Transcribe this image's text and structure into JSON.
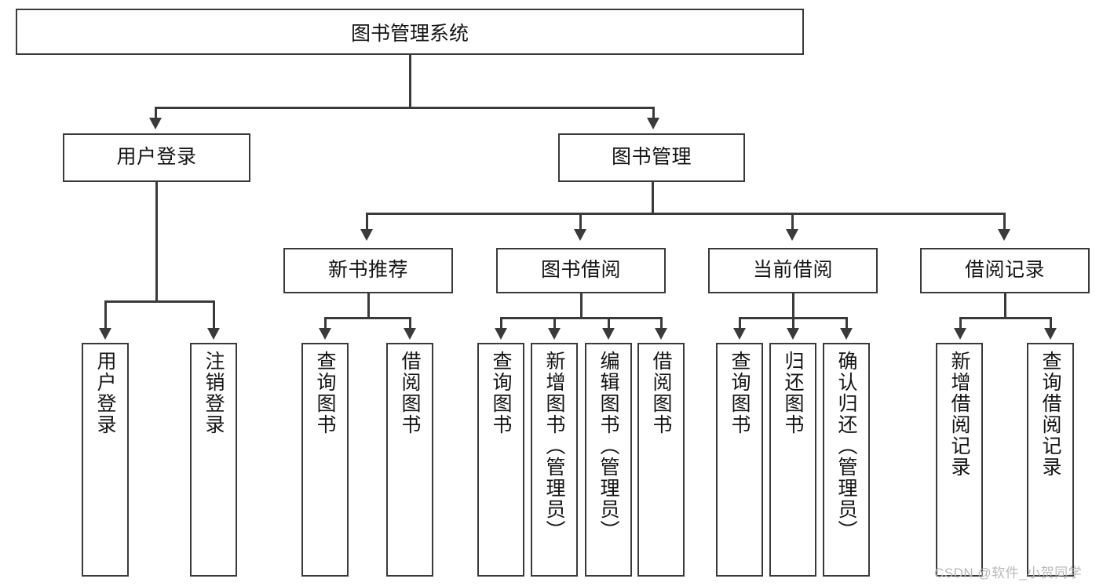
{
  "diagram": {
    "title": "图书管理系统",
    "type": "hierarchy-tree",
    "root": {
      "label": "图书管理系统"
    },
    "level2": [
      {
        "label": "用户登录"
      },
      {
        "label": "图书管理"
      }
    ],
    "level3": [
      {
        "label": "新书推荐"
      },
      {
        "label": "图书借阅"
      },
      {
        "label": "当前借阅"
      },
      {
        "label": "借阅记录"
      }
    ],
    "leaves": {
      "user_login": [
        {
          "label": "用户登录"
        },
        {
          "label": "注销登录"
        }
      ],
      "new_book_recommend": [
        {
          "label": "查询图书"
        },
        {
          "label": "借阅图书"
        }
      ],
      "book_borrow": [
        {
          "label": "查询图书"
        },
        {
          "label": "新增图书（管理员）"
        },
        {
          "label": "编辑图书（管理员）"
        },
        {
          "label": "借阅图书"
        }
      ],
      "current_borrow": [
        {
          "label": "查询图书"
        },
        {
          "label": "归还图书"
        },
        {
          "label": "确认归还（管理员）"
        }
      ],
      "borrow_record": [
        {
          "label": "新增借阅记录"
        },
        {
          "label": "查询借阅记录"
        }
      ]
    }
  },
  "watermark": {
    "text": "CSDN @软件_小贺同学"
  },
  "colors": {
    "stroke": "#3a3a3a",
    "fill": "#ffffff",
    "text": "#141414",
    "watermark": "#b9b9b9"
  }
}
